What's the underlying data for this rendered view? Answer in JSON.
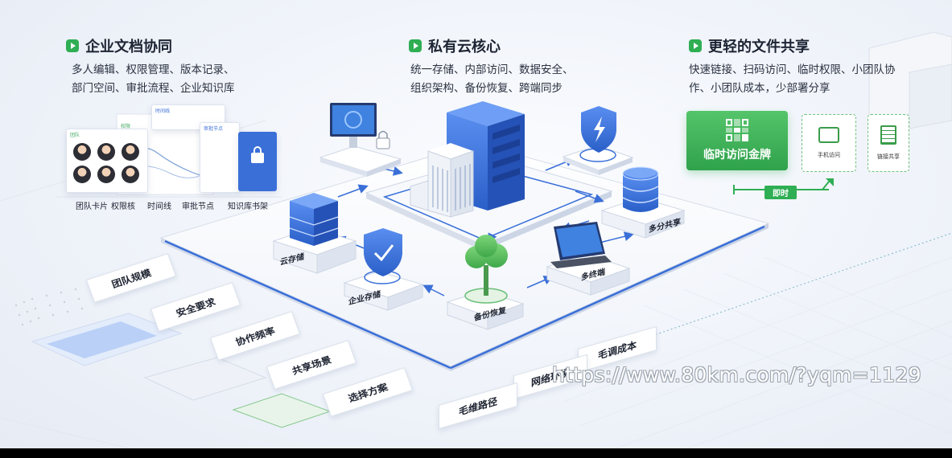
{
  "sections": [
    {
      "title": "企业文档协同",
      "lines": [
        "多人编辑、权限管理、版本记录、",
        "部门空间、审批流程、企业知识库"
      ]
    },
    {
      "title": "私有云核心",
      "lines": [
        "统一存储、内部访问、数据安全、",
        "组织架构、备份恢复、跨端同步"
      ]
    },
    {
      "title": "更轻的文件共享",
      "lines": [
        "快速链接、扫码访问、临时权限、小团队协",
        "作、小团队成本，少部署分享"
      ]
    }
  ],
  "collab_labels": [
    "团队卡片",
    "权限核",
    "时间线",
    "审批节点",
    "知识库书架"
  ],
  "card_headers": {
    "team": "团队",
    "perm": "权限",
    "timeline": "时间线",
    "approval": "审批节点"
  },
  "iso_labels": {
    "cloud_storage": "云存储",
    "enterprise_storage": "企业存储",
    "backup": "备份恢复",
    "multi_device": "多终端",
    "node_share": "多分共享"
  },
  "share": {
    "temp_badge": "临时访问金牌",
    "mobile_access": "手机访问",
    "link_share": "链接共享",
    "arrow_label": "即时"
  },
  "left_tiles": [
    "团队规模",
    "安全要求",
    "协作频率",
    "共享场景",
    "选择方案"
  ],
  "right_tiles": [
    "毛调成本",
    "网络环境",
    "毛维路径"
  ],
  "watermark": "https://www.80km.com/?yqm=1129",
  "colors": {
    "accent_green": "#2fae54",
    "accent_blue": "#3a6fd8",
    "bottom_bar": "#000000"
  }
}
